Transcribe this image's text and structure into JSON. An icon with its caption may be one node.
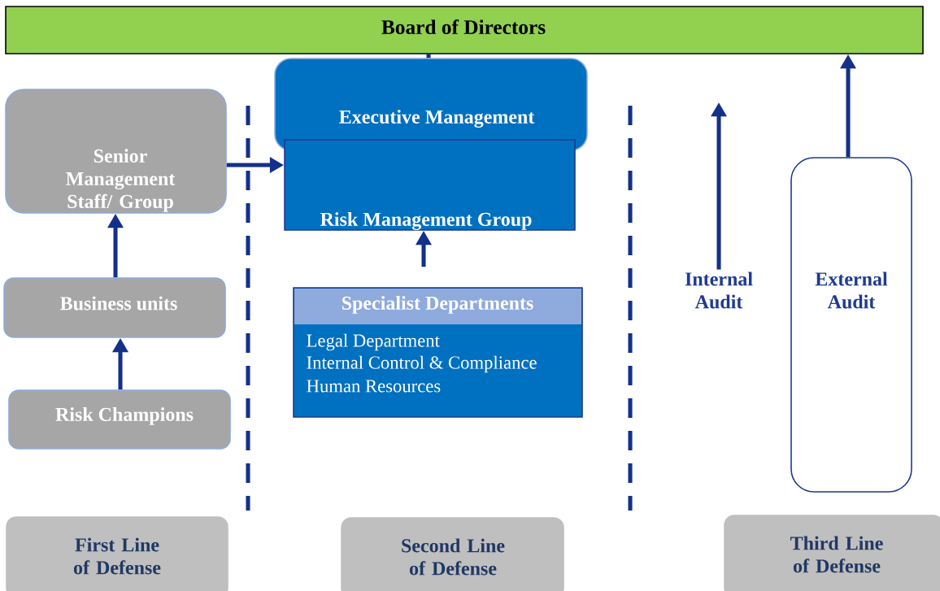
{
  "diagram": {
    "nodes": [
      {
        "text": [
          "Board of Directors"
        ]
      },
      {
        "text": [
          "Senior Management Staff/ Group"
        ]
      },
      {
        "text": [
          "Business units"
        ]
      },
      {
        "text": [
          "Risk Champions"
        ]
      },
      {
        "text": [
          "Executive Management"
        ]
      },
      {
        "text": [
          "Risk Management Group"
        ]
      },
      {
        "text": [
          "Specialist Departments",
          "Legal Department",
          "Internal Control & Compliance",
          "Human Resources"
        ]
      },
      {
        "text": [
          "Internal Audit"
        ]
      },
      {
        "text": [
          "External Audit"
        ]
      },
      {
        "text": [
          "First Line of Defense"
        ]
      },
      {
        "text": [
          "Second Line of Defense"
        ]
      },
      {
        "text": [
          "Third Line of Defense"
        ]
      }
    ],
    "edges": [
      {
        "from": 4,
        "to": 0,
        "arrow": "none"
      },
      {
        "from": 1,
        "to": 5,
        "arrow": "to"
      },
      {
        "from": 2,
        "to": 1,
        "arrow": "to"
      },
      {
        "from": 3,
        "to": 2,
        "arrow": "to"
      },
      {
        "from": 6,
        "to": 5,
        "arrow": "to"
      },
      {
        "from": 7,
        "to": null,
        "arrow": "to"
      },
      {
        "from": 8,
        "to": 0,
        "arrow": "to"
      }
    ]
  }
}
